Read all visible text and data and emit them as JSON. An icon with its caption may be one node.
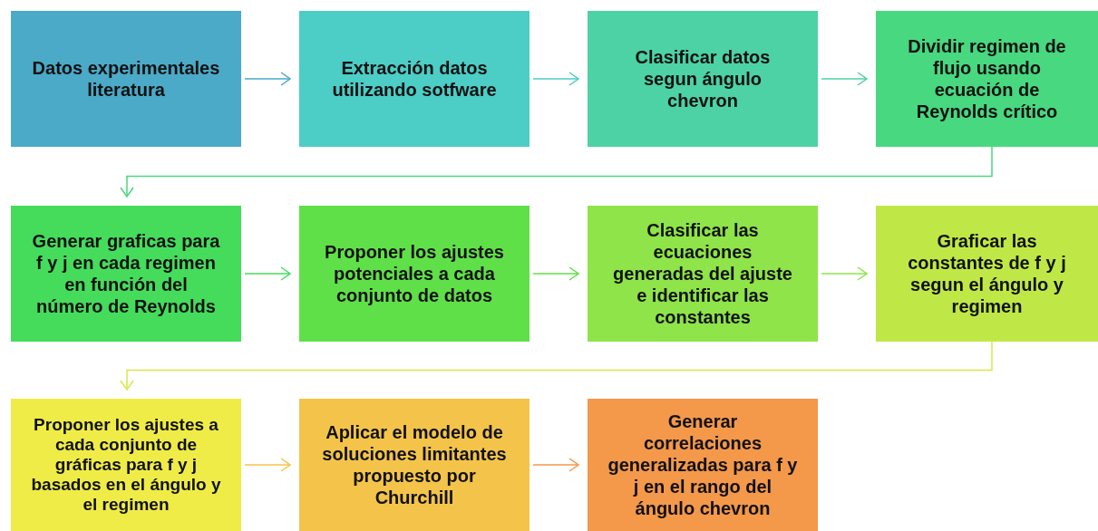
{
  "diagram": {
    "nodes": [
      {
        "text": [
          "Datos experimentales literatura"
        ]
      },
      {
        "text": [
          "Extracción datos utilizando sotfware"
        ]
      },
      {
        "text": [
          "Clasificar datos segun ángulo chevron"
        ]
      },
      {
        "text": [
          "Dividir regimen de flujo usando ecuación de Reynolds crítico"
        ]
      },
      {
        "text": [
          "Generar graficas para f y j en cada regimen en función del número de Reynolds"
        ]
      },
      {
        "text": [
          "Proponer los ajustes potenciales a cada conjunto de datos"
        ]
      },
      {
        "text": [
          "Clasificar las ecuaciones generadas del ajuste e identificar las constantes"
        ]
      },
      {
        "text": [
          "Graficar las constantes de f y j segun el ángulo y regimen"
        ]
      },
      {
        "text": [
          "Proponer los ajustes a cada conjunto de gráficas para f y j basados en el ángulo y el regimen"
        ]
      },
      {
        "text": [
          "Aplicar el modelo de soluciones limitantes propuesto por Churchill"
        ]
      },
      {
        "text": [
          "Generar correlaciones generalizadas para f y j en el rango del ángulo chevron"
        ]
      }
    ],
    "edges": [
      {
        "from": 0,
        "to": 1,
        "arrow": "to",
        "color": "#4aaac8"
      },
      {
        "from": 1,
        "to": 2,
        "arrow": "to",
        "color": "#4ccdc6"
      },
      {
        "from": 2,
        "to": 3,
        "arrow": "to",
        "color": "#4cd2a4"
      },
      {
        "from": 3,
        "to": 4,
        "arrow": "to",
        "color": "#48d880"
      },
      {
        "from": 4,
        "to": 5,
        "arrow": "to",
        "color": "#45dc5c"
      },
      {
        "from": 5,
        "to": 6,
        "arrow": "to",
        "color": "#60e048"
      },
      {
        "from": 6,
        "to": 7,
        "arrow": "to",
        "color": "#8ee448"
      },
      {
        "from": 7,
        "to": 8,
        "arrow": "to",
        "color": "#d8e84a"
      },
      {
        "from": 8,
        "to": 9,
        "arrow": "to",
        "color": "#f4c44a"
      },
      {
        "from": 9,
        "to": 10,
        "arrow": "to",
        "color": "#f4984a"
      }
    ]
  }
}
